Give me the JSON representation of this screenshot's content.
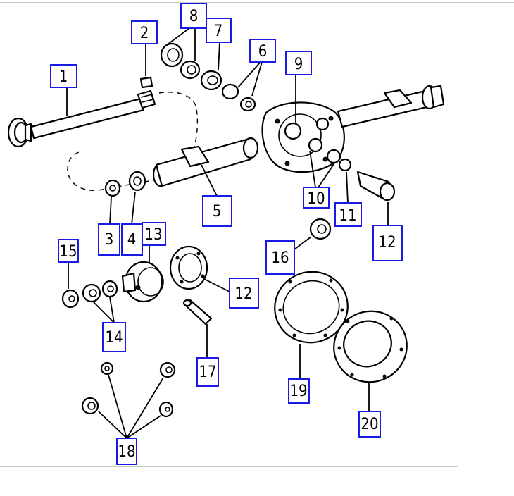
{
  "diagram": {
    "callouts": [
      {
        "id": "c1",
        "label": "1"
      },
      {
        "id": "c2",
        "label": "2"
      },
      {
        "id": "c8",
        "label": "8"
      },
      {
        "id": "c7",
        "label": "7"
      },
      {
        "id": "c6",
        "label": "6"
      },
      {
        "id": "c9",
        "label": "9"
      },
      {
        "id": "c10",
        "label": "10"
      },
      {
        "id": "c11",
        "label": "11"
      },
      {
        "id": "c12a",
        "label": "12"
      },
      {
        "id": "c5",
        "label": "5"
      },
      {
        "id": "c3",
        "label": "3"
      },
      {
        "id": "c4",
        "label": "4"
      },
      {
        "id": "c13",
        "label": "13"
      },
      {
        "id": "c15",
        "label": "15"
      },
      {
        "id": "c14",
        "label": "14"
      },
      {
        "id": "c12b",
        "label": "12"
      },
      {
        "id": "c16",
        "label": "16"
      },
      {
        "id": "c17",
        "label": "17"
      },
      {
        "id": "c19",
        "label": "19"
      },
      {
        "id": "c20",
        "label": "20"
      },
      {
        "id": "c18",
        "label": "18"
      }
    ]
  },
  "colors": {
    "callout_border": "#1a1ae6",
    "line": "#000000",
    "background": "#ffffff"
  }
}
